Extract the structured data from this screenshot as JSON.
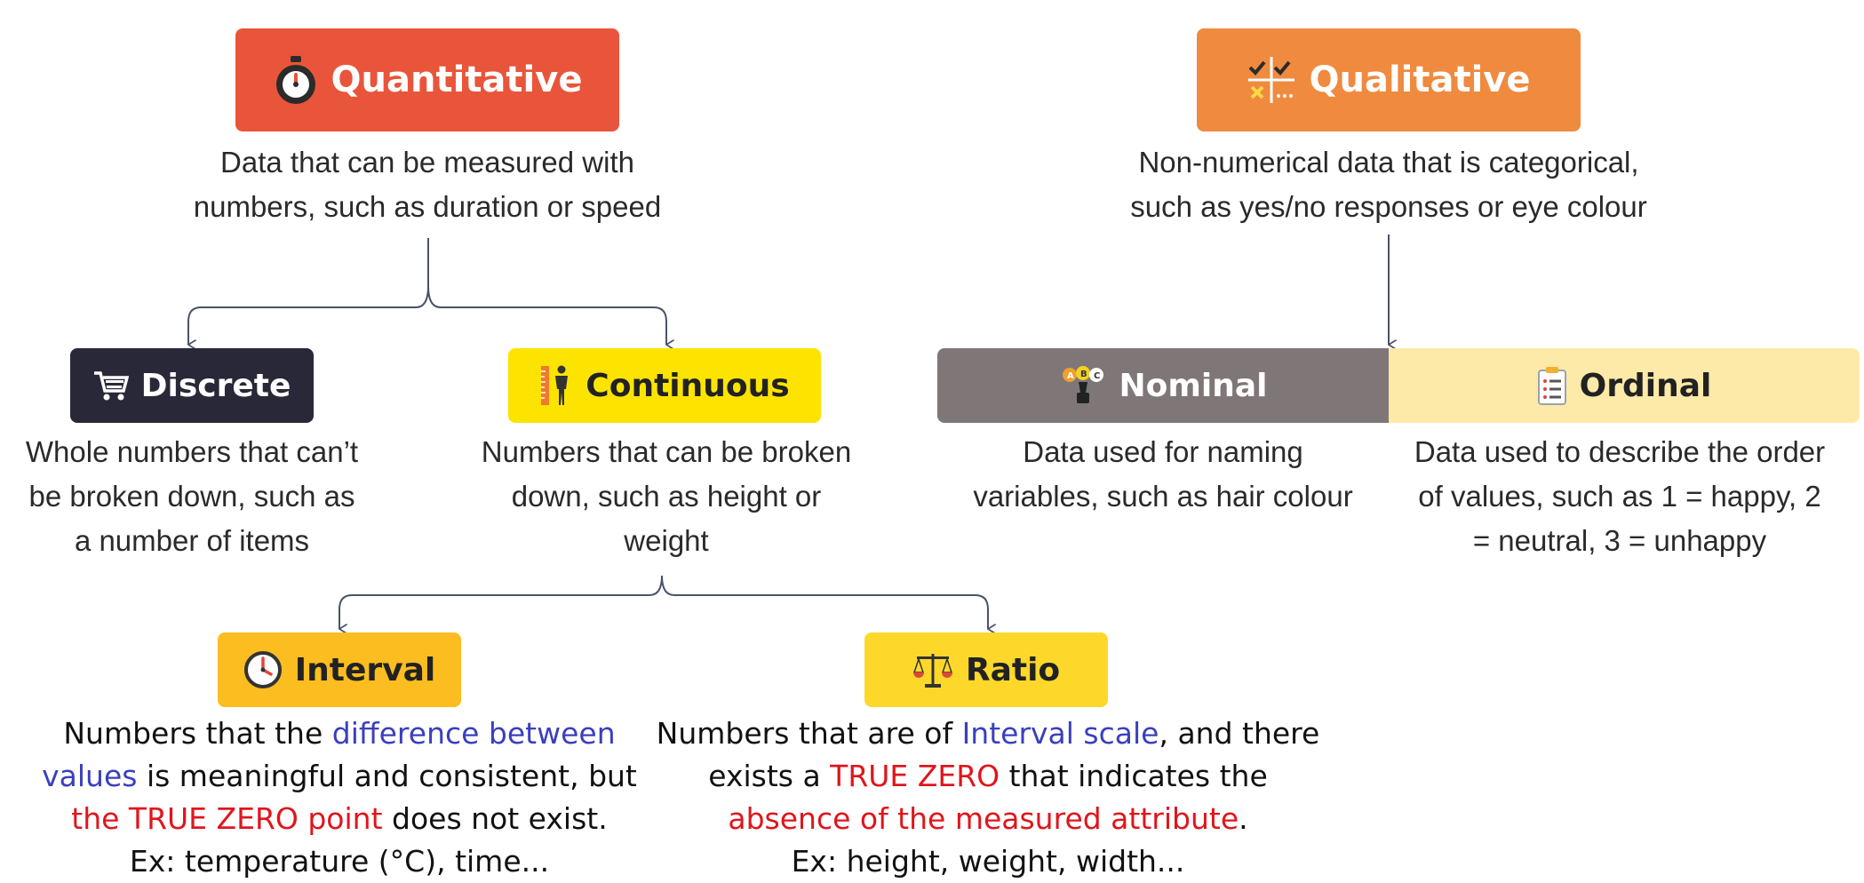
{
  "quantitative": {
    "title": "Quantitative",
    "desc1": "Data that can be measured with",
    "desc2": "numbers, such as duration or speed"
  },
  "qualitative": {
    "title": "Qualitative",
    "desc1": "Non-numerical data that is categorical,",
    "desc2": "such as yes/no responses or eye colour"
  },
  "discrete": {
    "title": "Discrete",
    "desc1": "Whole numbers that can’t",
    "desc2": "be broken down, such as",
    "desc3": "a number of items"
  },
  "continuous": {
    "title": "Continuous",
    "desc1": "Numbers that can be broken",
    "desc2": "down, such as height or",
    "desc3": "weight"
  },
  "nominal": {
    "title": "Nominal",
    "desc1": "Data used for naming",
    "desc2": "variables, such as hair colour"
  },
  "ordinal": {
    "title": "Ordinal",
    "desc1": "Data used to describe the order",
    "desc2": "of values, such as 1 = happy, 2",
    "desc3": "= neutral, 3 = unhappy"
  },
  "interval": {
    "title": "Interval",
    "l1a": "Numbers that the ",
    "l1b": "difference between",
    "l2a": "values",
    "l2b": " is meaningful and consistent, but",
    "l3a": "the TRUE ZERO point",
    "l3b": " does not exist.",
    "l4": "Ex: temperature (°C), time..."
  },
  "ratio": {
    "title": "Ratio",
    "l1a": "Numbers that are of ",
    "l1b": "Interval scale",
    "l1c": ", and there",
    "l2a": "exists a ",
    "l2b": "TRUE ZERO",
    "l2c": " that indicates the",
    "l3a": "absence of the measured attribute",
    "l3b": ".",
    "l4": "Ex: height, weight, width..."
  },
  "colors": {
    "quantitative": "#e9553a",
    "qualitative": "#ef8a3f",
    "discrete": "#282838",
    "continuous": "#fde400",
    "nominal": "#7f7777",
    "ordinal": "#fdeaa8",
    "interval": "#fbbd1f",
    "ratio": "#fdd82a",
    "connector": "#48536a"
  },
  "icons": {
    "quantitative": "stopwatch-icon",
    "qualitative": "checklist-icon",
    "discrete": "cart-icon",
    "continuous": "person-ruler-icon",
    "nominal": "abc-blocks-icon",
    "ordinal": "clipboard-list-icon",
    "interval": "clock-icon",
    "ratio": "balance-scale-icon"
  }
}
